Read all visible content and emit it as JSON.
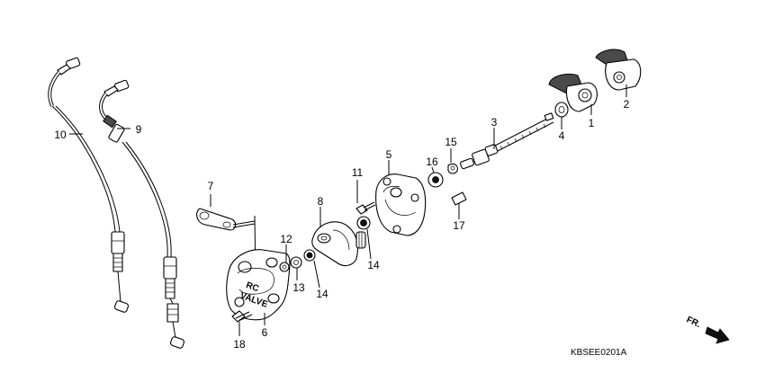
{
  "callouts": {
    "n1": "1",
    "n2": "2",
    "n3": "3",
    "n4": "4",
    "n5": "5",
    "n6": "6",
    "n7": "7",
    "n8": "8",
    "n9": "9",
    "n10": "10",
    "n11": "11",
    "n12": "12",
    "n13": "13",
    "n14a": "14",
    "n14b": "14",
    "n15": "15",
    "n16": "16",
    "n17": "17",
    "n18": "18"
  },
  "diagram_code": "KBSEE0201A",
  "direction_label": "FR."
}
